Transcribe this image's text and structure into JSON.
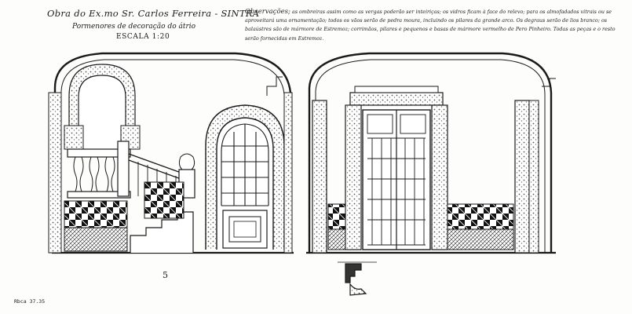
{
  "title": "Obra do Ex.mo Sr. Carlos Ferreira - SINTRA",
  "subtitle": "Pormenores de decoração do átrio",
  "scale": "ESCALA 1:20",
  "notes": {
    "heading": "Observações;",
    "body": "as ombreiras assim como as vergas poderão ser inteiriças; os vidros ficam à face do relevo; para os almofadados vitrais ou se aproveitará uma ornamentação; todos os vãos serão de pedra moura, incluindo os pilares da grande arco. Os degraus serão de lios branco; os balaústres são de mármore de Estremoz; corrimãos, pilares e pequenos e basas de mármore vermelho de Pero Pinheiro. Todas as peças e o resto serão fornecidas em Estremoz."
  },
  "sheet_number": "5",
  "archive_ref": "Rbca 37.35",
  "colors": {
    "ink": "#1a1a1a",
    "paper": "#fdfdfb",
    "stone": "#4a4a4a"
  }
}
